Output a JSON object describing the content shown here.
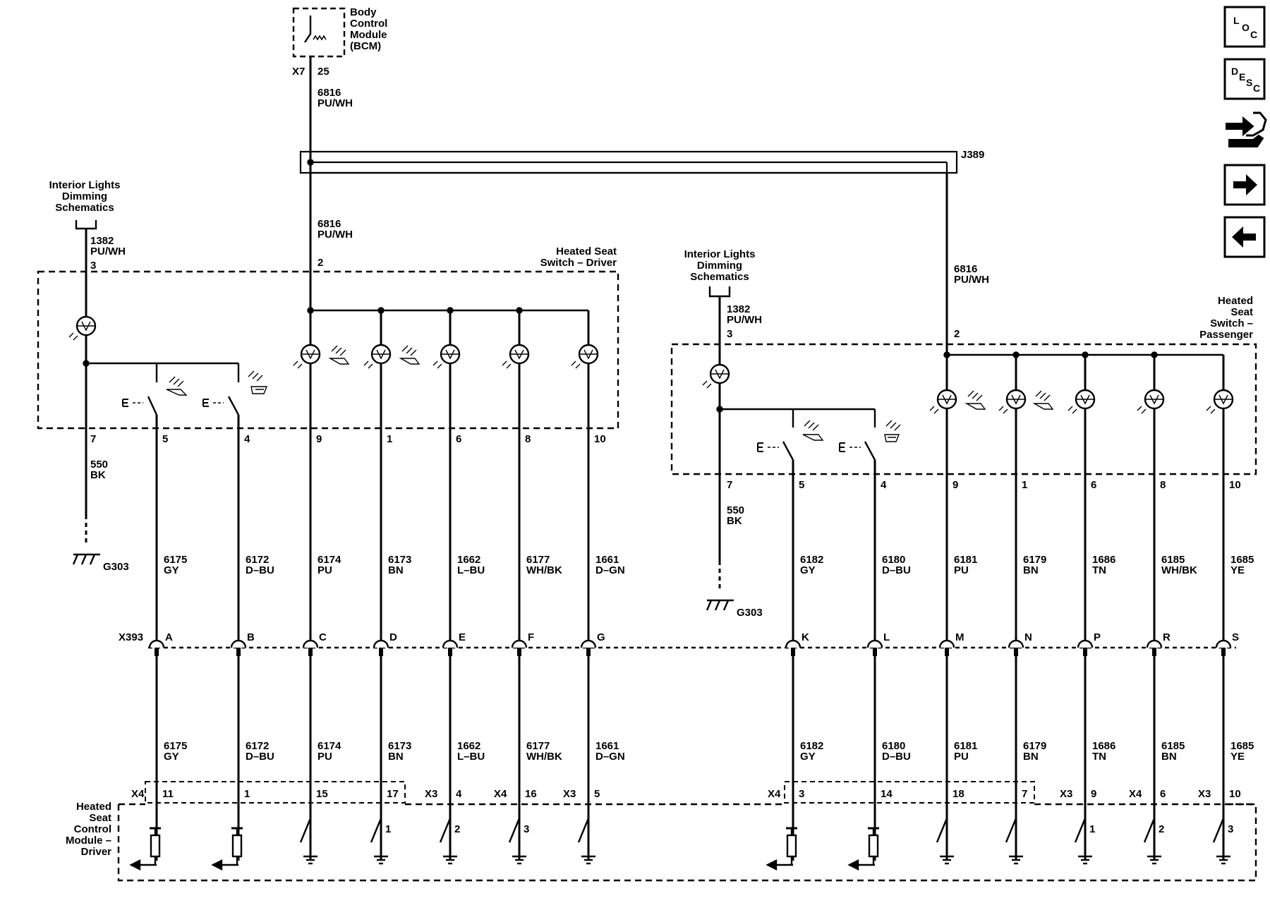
{
  "bcm": {
    "name_lines": [
      "Body",
      "Control",
      "Module",
      "(BCM)"
    ],
    "connector": "X7",
    "pin": "25"
  },
  "bcm_wire": {
    "circuit": "6816",
    "color": "PU/WH"
  },
  "splice": "J389",
  "splice_wire_left": {
    "circuit": "6816",
    "color": "PU/WH"
  },
  "splice_wire_right": {
    "circuit": "6816",
    "color": "PU/WH"
  },
  "nav_icons": {
    "loc": [
      "L",
      "O",
      "C"
    ],
    "desc": [
      "D",
      "E",
      "S",
      "C"
    ]
  },
  "driver_switch": {
    "title_lines": [
      "Heated Seat",
      "Switch – Driver"
    ],
    "dimming_lines": [
      "Interior Lights",
      "Dimming",
      "Schematics"
    ],
    "dimming_wire": {
      "circuit": "1382",
      "color": "PU/WH",
      "pin": "3"
    },
    "power_pin": "2",
    "ground": {
      "pin": "7",
      "circuit": "550",
      "color": "BK",
      "label": "G303"
    },
    "pins": [
      "5",
      "4",
      "9",
      "1",
      "6",
      "8",
      "10"
    ]
  },
  "passenger_switch": {
    "title_lines": [
      "Heated",
      "Seat",
      "Switch –",
      "Passenger"
    ],
    "dimming_lines": [
      "Interior Lights",
      "Dimming",
      "Schematics"
    ],
    "dimming_wire": {
      "circuit": "1382",
      "color": "PU/WH",
      "pin": "3"
    },
    "power_pin": "2",
    "ground": {
      "pin": "7",
      "circuit": "550",
      "color": "BK",
      "label": "G303"
    },
    "pins": [
      "5",
      "4",
      "9",
      "1",
      "6",
      "8",
      "10"
    ]
  },
  "driver_wires": [
    {
      "circuit": "6175",
      "color": "GY",
      "x393": "A"
    },
    {
      "circuit": "6172",
      "color": "D–BU",
      "x393": "B"
    },
    {
      "circuit": "6174",
      "color": "PU",
      "x393": "C"
    },
    {
      "circuit": "6173",
      "color": "BN",
      "x393": "D"
    },
    {
      "circuit": "1662",
      "color": "L–BU",
      "x393": "E"
    },
    {
      "circuit": "6177",
      "color": "WH/BK",
      "x393": "F"
    },
    {
      "circuit": "1661",
      "color": "D–GN",
      "x393": "G"
    }
  ],
  "passenger_wires": [
    {
      "circuit": "6182",
      "color": "GY",
      "x393": "K"
    },
    {
      "circuit": "6180",
      "color": "D–BU",
      "x393": "L"
    },
    {
      "circuit": "6181",
      "color": "PU",
      "x393": "M"
    },
    {
      "circuit": "6179",
      "color": "BN",
      "x393": "N"
    },
    {
      "circuit": "1686",
      "color": "TN",
      "x393": "P"
    },
    {
      "circuit": "6185",
      "color": "WH/BK",
      "x393": "R"
    },
    {
      "circuit": "1685",
      "color": "YE",
      "x393": "S"
    }
  ],
  "passenger_wires_lower_colors": [
    "GY",
    "D–BU",
    "PU",
    "BN",
    "TN",
    "BN",
    "YE"
  ],
  "x393_label": "X393",
  "module": {
    "name_lines": [
      "Heated",
      "Seat",
      "Control",
      "Module –",
      "Driver"
    ],
    "driver_pins": [
      {
        "conn": "X4",
        "pin": "11"
      },
      {
        "conn": "",
        "pin": "1"
      },
      {
        "conn": "",
        "pin": "15"
      },
      {
        "conn": "",
        "pin": "17"
      },
      {
        "conn": "X3",
        "pin": "4"
      },
      {
        "conn": "X4",
        "pin": "16"
      },
      {
        "conn": "X3",
        "pin": "5"
      }
    ],
    "passenger_pins": [
      {
        "conn": "X4",
        "pin": "3"
      },
      {
        "conn": "",
        "pin": "14"
      },
      {
        "conn": "",
        "pin": "18"
      },
      {
        "conn": "",
        "pin": "7"
      },
      {
        "conn": "X3",
        "pin": "9"
      },
      {
        "conn": "X4",
        "pin": "6"
      },
      {
        "conn": "X3",
        "pin": "10"
      }
    ],
    "switch_numbers": [
      "1",
      "2",
      "3"
    ]
  }
}
